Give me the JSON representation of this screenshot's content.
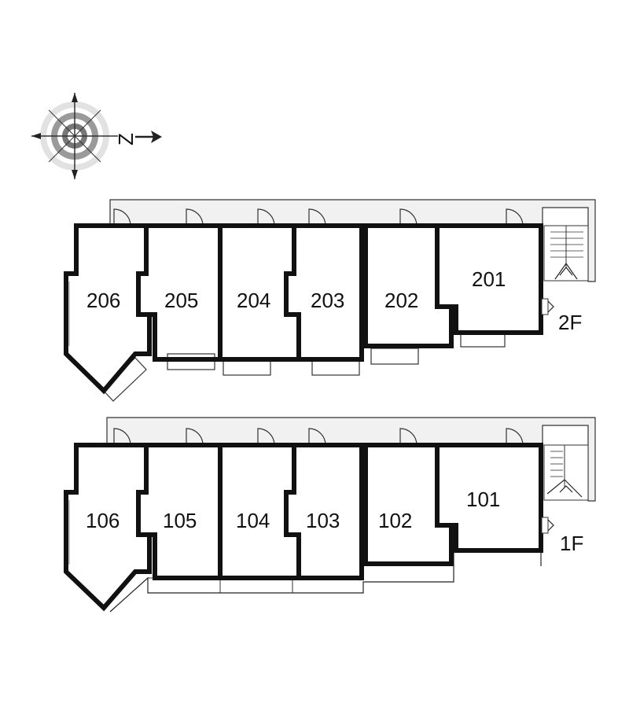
{
  "compass": {
    "north_label": "Z",
    "icon": "compass-rose-icon"
  },
  "floors": [
    {
      "label": "2F",
      "units": [
        "206",
        "205",
        "204",
        "203",
        "202",
        "201"
      ]
    },
    {
      "label": "1F",
      "units": [
        "106",
        "105",
        "104",
        "103",
        "102",
        "101"
      ]
    }
  ]
}
